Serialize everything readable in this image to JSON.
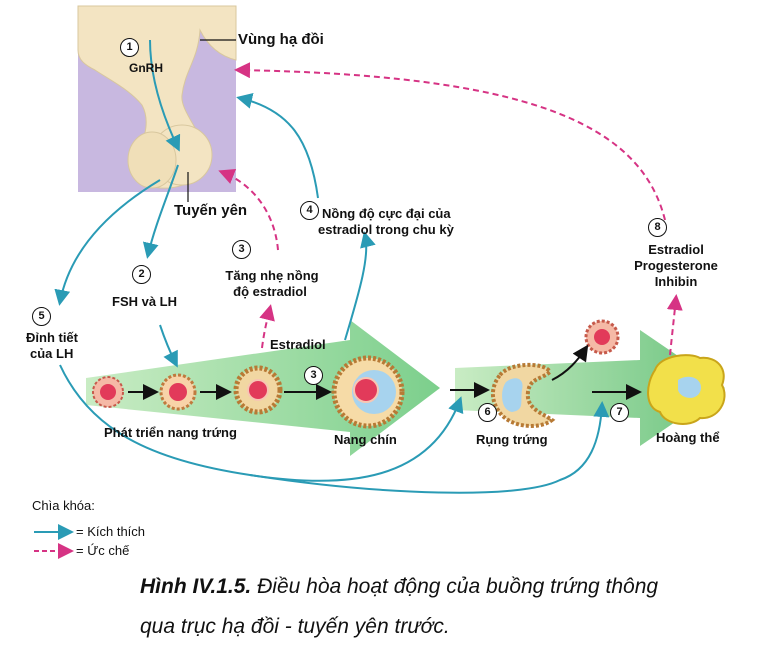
{
  "labels": {
    "hypothalamus": "Vùng hạ đồi",
    "gnrh": "GnRH",
    "pituitary": "Tuyến yên",
    "fsh_lh": "FSH và LH",
    "lh_surge_l1": "Đỉnh tiết",
    "lh_surge_l2": "của LH",
    "low_estradiol_l1": "Tăng nhẹ nồng",
    "low_estradiol_l2": "độ estradiol",
    "peak_estradiol_l1": "Nồng độ cực đại của",
    "peak_estradiol_l2": "estradiol trong chu kỳ",
    "estradiol": "Estradiol",
    "hormones_l1": "Estradiol",
    "hormones_l2": "Progesterone",
    "hormones_l3": "Inhibin",
    "follicle_dev": "Phát triển nang trứng",
    "mature_follicle": "Nang chín",
    "ovulation": "Rụng trứng",
    "corpus_luteum": "Hoàng thể"
  },
  "numbers": {
    "n1": "1",
    "n2": "2",
    "n3a": "3",
    "n3b": "3",
    "n4": "4",
    "n5": "5",
    "n6": "6",
    "n7": "7",
    "n8": "8"
  },
  "key": {
    "title": "Chìa khóa:",
    "stimulate": "= Kích thích",
    "inhibit": "= Ức chế"
  },
  "caption": {
    "figure": "Hình IV.1.5.",
    "line1": "Điều hòa hoạt động của buồng trứng thông",
    "line2": "qua trục hạ đồi - tuyến yên trước."
  },
  "colors": {
    "stimulate": "#2a9bb5",
    "inhibit": "#d63384",
    "brain_bg": "#c8b8e0",
    "tissue": "#f3e4c2",
    "green_arrow": "#8fd29a",
    "follicle": "#e86a7c",
    "corpus_luteum": "#f2e04a"
  }
}
